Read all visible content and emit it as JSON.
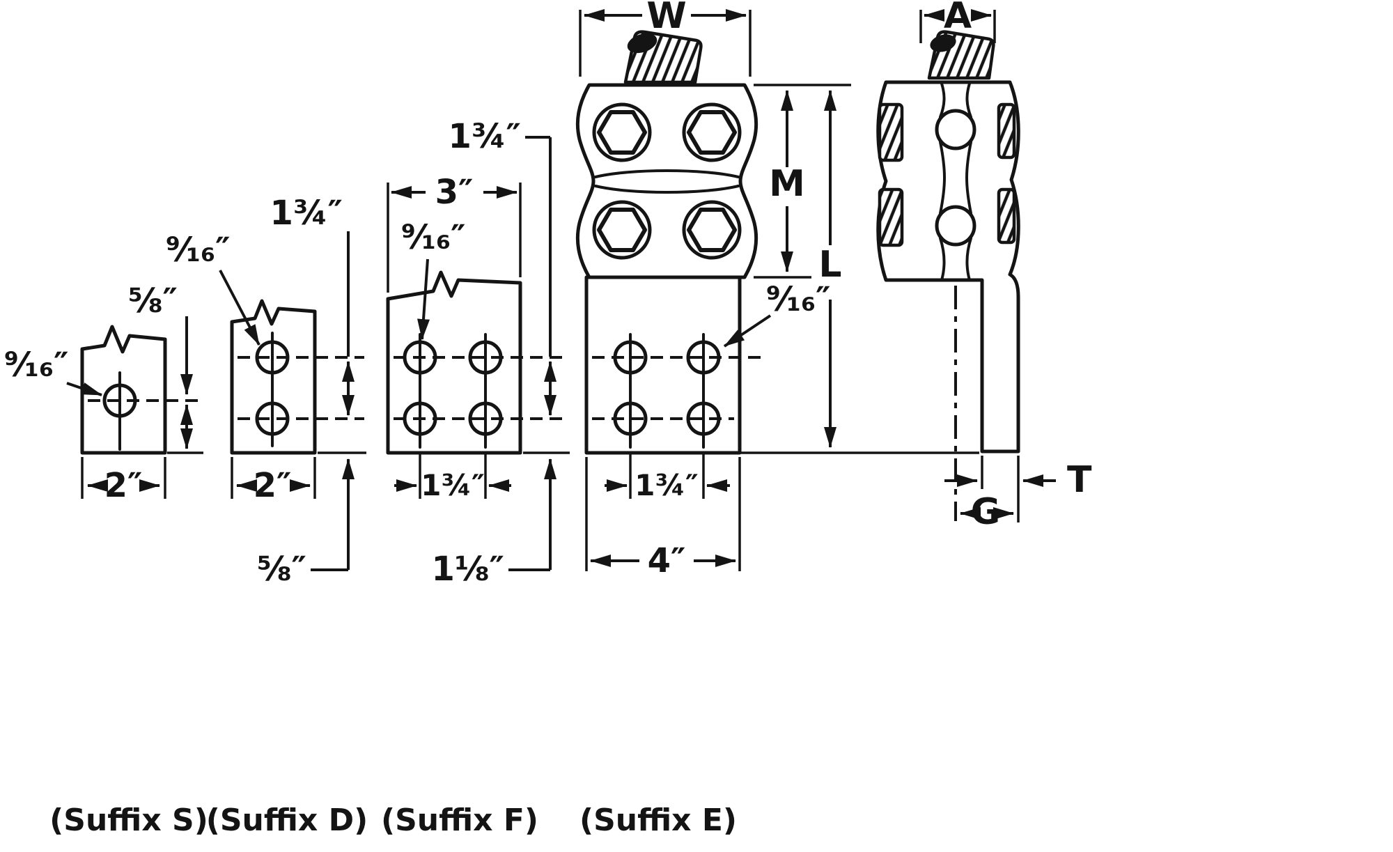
{
  "drawing": {
    "views": {
      "suffix_s": {
        "caption": "(Suffix S)",
        "hole_diameter": "⁹⁄₁₆″",
        "hole_to_bottom_edge": "⅝″",
        "pad_width": "2″"
      },
      "suffix_d": {
        "caption": "(Suffix D)",
        "hole_diameter": "⁹⁄₁₆″",
        "hole_row_spacing": "1¾″",
        "bottom_edge_margin": "⅝″",
        "pad_width": "2″"
      },
      "suffix_f": {
        "caption": "(Suffix F)",
        "hole_diameter": "⁹⁄₁₆″",
        "pad_width": "3″",
        "hole_row_spacing": "1¾″",
        "hole_column_spacing": "1¾″",
        "bottom_edge_margin": "1⅛″"
      },
      "suffix_e": {
        "caption": "(Suffix E)",
        "hole_diameter": "⁹⁄₁₆″",
        "hole_column_spacing": "1¾″",
        "pad_width": "4″",
        "clamp_width_letter": "W",
        "clamp_height_letter": "M",
        "overall_length_letter": "L"
      },
      "side_view": {
        "clamp_depth_letter": "A",
        "pad_thickness_letter": "T",
        "offset_letter": "G"
      }
    }
  }
}
